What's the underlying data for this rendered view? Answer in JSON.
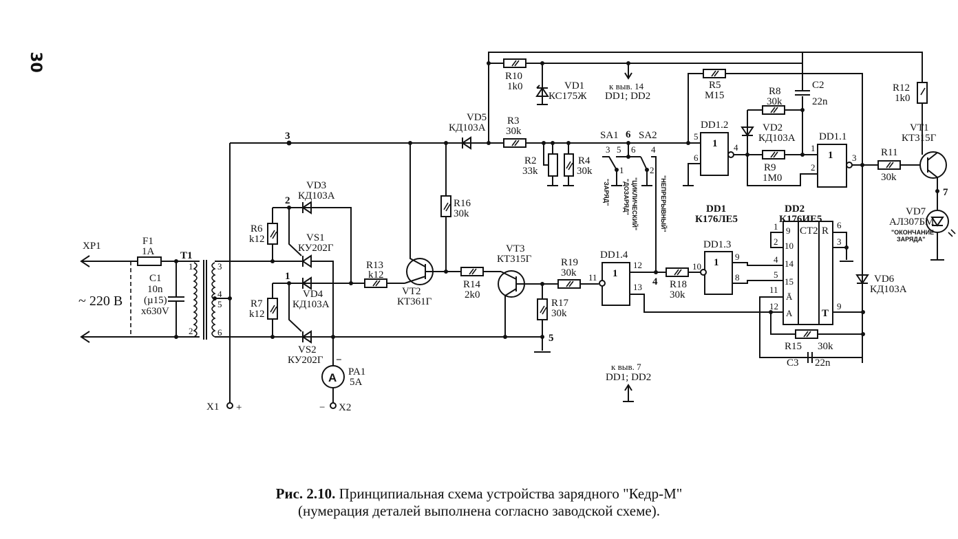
{
  "page_number": "30",
  "caption": {
    "figure_number": "Рис. 2.10.",
    "line1": "Принципиальная схема устройства зарядного \"Кедр-М\"",
    "line2": "(нумерация деталей выполнена согласно заводской схеме)."
  },
  "connectors": {
    "xp1": "XP1",
    "mains": "~ 220 В",
    "x1": "X1",
    "x1_polarity": "+",
    "x2": "X2",
    "x2_polarity": "−",
    "pa1_minus": "−"
  },
  "components": {
    "F1": {
      "ref": "F1",
      "value": "1A"
    },
    "C1": {
      "ref": "C1",
      "value": "10n",
      "alt": "(µ15)",
      "rating": "x630V"
    },
    "T1": {
      "ref": "T1",
      "pins": [
        "1",
        "2",
        "3",
        "4",
        "5",
        "6"
      ]
    },
    "VD3": {
      "ref": "VD3",
      "value": "КД103А"
    },
    "VD4": {
      "ref": "VD4",
      "value": "КД103А"
    },
    "VS1": {
      "ref": "VS1",
      "value": "КУ202Г"
    },
    "VS2": {
      "ref": "VS2",
      "value": "КУ202Г"
    },
    "R6": {
      "ref": "R6",
      "value": "k12"
    },
    "R7": {
      "ref": "R7",
      "value": "k12"
    },
    "PA1": {
      "ref": "PA1",
      "value": "5A",
      "symbol": "A"
    },
    "R13": {
      "ref": "R13",
      "value": "k12"
    },
    "VT2": {
      "ref": "VT2",
      "value": "КТ361Г"
    },
    "R16": {
      "ref": "R16",
      "value": "30k"
    },
    "R14": {
      "ref": "R14",
      "value": "2k0"
    },
    "VT3": {
      "ref": "VT3",
      "value": "КТ315Г"
    },
    "R19": {
      "ref": "R19",
      "value": "30k"
    },
    "R17": {
      "ref": "R17",
      "value": "30k"
    },
    "VD5": {
      "ref": "VD5",
      "value": "КД103А"
    },
    "R10": {
      "ref": "R10",
      "value": "1k0"
    },
    "VD1": {
      "ref": "VD1",
      "value": "КС175Ж"
    },
    "R3": {
      "ref": "R3",
      "value": "30k"
    },
    "R2": {
      "ref": "R2",
      "value": "33k"
    },
    "R4": {
      "ref": "R4",
      "value": "30k"
    },
    "SA1": {
      "ref": "SA1"
    },
    "SA2": {
      "ref": "SA2"
    },
    "R5": {
      "ref": "R5",
      "value": "M15"
    },
    "R8": {
      "ref": "R8",
      "value": "30k"
    },
    "C2": {
      "ref": "C2",
      "value": "22n"
    },
    "VD2": {
      "ref": "VD2",
      "value": "КД103А"
    },
    "R9": {
      "ref": "R9",
      "value": "1M0"
    },
    "DD1_2": {
      "ref": "DD1.2",
      "symbol": "1",
      "pins": [
        "5",
        "6",
        "4"
      ]
    },
    "DD1_1": {
      "ref": "DD1.1",
      "symbol": "1",
      "pins": [
        "1",
        "2",
        "3"
      ]
    },
    "DD1_4": {
      "ref": "DD1.4",
      "symbol": "1",
      "pins": [
        "11",
        "12",
        "13"
      ]
    },
    "DD1_3": {
      "ref": "DD1.3",
      "symbol": "1",
      "pins": [
        "10",
        "9",
        "8"
      ]
    },
    "R18": {
      "ref": "R18",
      "value": "30k"
    },
    "R11": {
      "ref": "R11",
      "value": "30k"
    },
    "R12": {
      "ref": "R12",
      "value": "1k0"
    },
    "VT1": {
      "ref": "VT1",
      "value": "КТ315Г"
    },
    "VD7": {
      "ref": "VD7",
      "value": "АЛ307БМ",
      "note_line1": "\"ОКОНЧАНИЕ",
      "note_line2": "ЗАРЯДА\""
    },
    "VD6": {
      "ref": "VD6",
      "value": "КД103А"
    },
    "DD1": {
      "ref": "DD1",
      "value": "К176ЛЕ5"
    },
    "DD2": {
      "ref": "DD2",
      "value": "К176ИЕ5",
      "ct": "CT2",
      "r": "R",
      "t": "T",
      "a": "A",
      "abar": "A",
      "left_pins": [
        "9",
        "10",
        "14",
        "15",
        "Ā",
        "A"
      ],
      "ext_left": [
        "1",
        "2",
        "4",
        "5",
        "11",
        "12"
      ],
      "ext_right": [
        "6",
        "3",
        "9"
      ]
    },
    "R15": {
      "ref": "R15",
      "value": "30k"
    },
    "C3": {
      "ref": "C3",
      "value": "22n"
    }
  },
  "nodes": {
    "n1": "1",
    "n2": "2",
    "n3": "3",
    "n4": "4",
    "n5": "5",
    "n6": "6",
    "n7": "7"
  },
  "switch_positions": {
    "sa1_p3": "3",
    "sa1_p5": "5",
    "sa1_p1": "1",
    "sa2_p6": "6",
    "sa2_p4": "4",
    "sa2_p2": "2",
    "mode_charge": "\"ЗАРЯД\"",
    "mode_recharge": "\"ДОЗАРЯД\"",
    "mode_cyclic": "\"ЦИКЛИЧЕСКИЙ\"",
    "mode_continuous": "\"НЕПРЕРЫВНЫЙ\""
  },
  "power_notes": {
    "vcc_line1": "к выв. 14",
    "vcc_line2": "DD1; DD2",
    "gnd_line1": "к выв. 7",
    "gnd_line2": "DD1; DD2"
  }
}
